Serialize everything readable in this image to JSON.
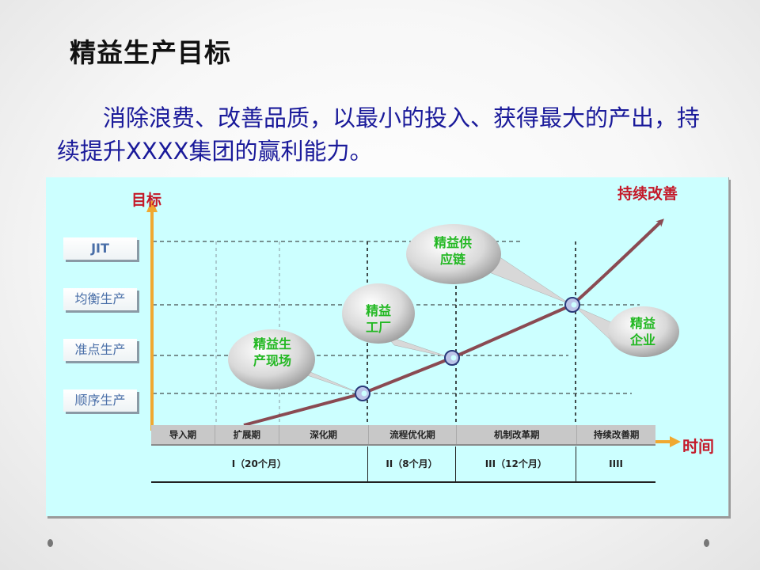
{
  "slide": {
    "title": "精益生产目标",
    "description": "消除浪费、改善品质，以最小的投入、获得最大的产出，持续提升XXXX集团的赢利能力。"
  },
  "diagram": {
    "y_axis_title": "目标",
    "x_axis_title": "时间",
    "trend_label": "持续改善",
    "y_levels": [
      {
        "label": "JIT"
      },
      {
        "label": "均衡生产"
      },
      {
        "label": "准点生产"
      },
      {
        "label": "顺序生产"
      }
    ],
    "phases": [
      {
        "label": "导入期"
      },
      {
        "label": "扩展期"
      },
      {
        "label": "深化期"
      },
      {
        "label": "流程优化期"
      },
      {
        "label": "机制改革期"
      },
      {
        "label": "持续改善期"
      }
    ],
    "stages": [
      {
        "label": "I（20个月）"
      },
      {
        "label": "II（8个月）"
      },
      {
        "label": "III（12个月）"
      },
      {
        "label": "IIII"
      }
    ],
    "milestones": [
      {
        "label_line1": "精益生",
        "label_line2": "产现场"
      },
      {
        "label_line1": "精益",
        "label_line2": "工厂"
      },
      {
        "label_line1": "精益供",
        "label_line2": "应链"
      },
      {
        "label_line1": "精益",
        "label_line2": "企业"
      }
    ],
    "colors": {
      "panel_bg": "#ccffff",
      "axis": "#f0a830",
      "curve": "#8a4a52",
      "milestone_text": "#22b822",
      "axis_title": "#c41a2a",
      "level_text": "#4a6fa8",
      "description_text": "#1a1a9a"
    }
  }
}
